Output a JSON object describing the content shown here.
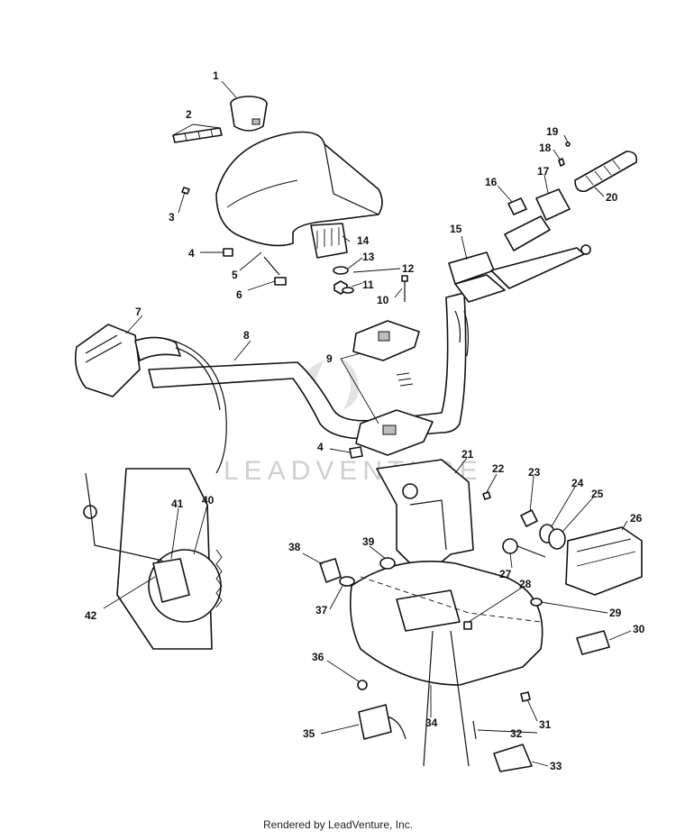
{
  "diagram": {
    "watermark": "LEADVENTURE",
    "footer": "Rendered by LeadVenture, Inc.",
    "labels": [
      "1",
      "2",
      "3",
      "4",
      "5",
      "6",
      "7",
      "8",
      "9",
      "10",
      "11",
      "12",
      "13",
      "14",
      "15",
      "16",
      "17",
      "18",
      "19",
      "20",
      "21",
      "22",
      "23",
      "24",
      "25",
      "26",
      "27",
      "28",
      "29",
      "30",
      "31",
      "32",
      "33",
      "34",
      "35",
      "36",
      "37",
      "38",
      "39",
      "40",
      "41",
      "42",
      "4"
    ]
  },
  "colors": {
    "line": "#111111",
    "watermark": "#cfcfcf",
    "background": "#ffffff"
  }
}
